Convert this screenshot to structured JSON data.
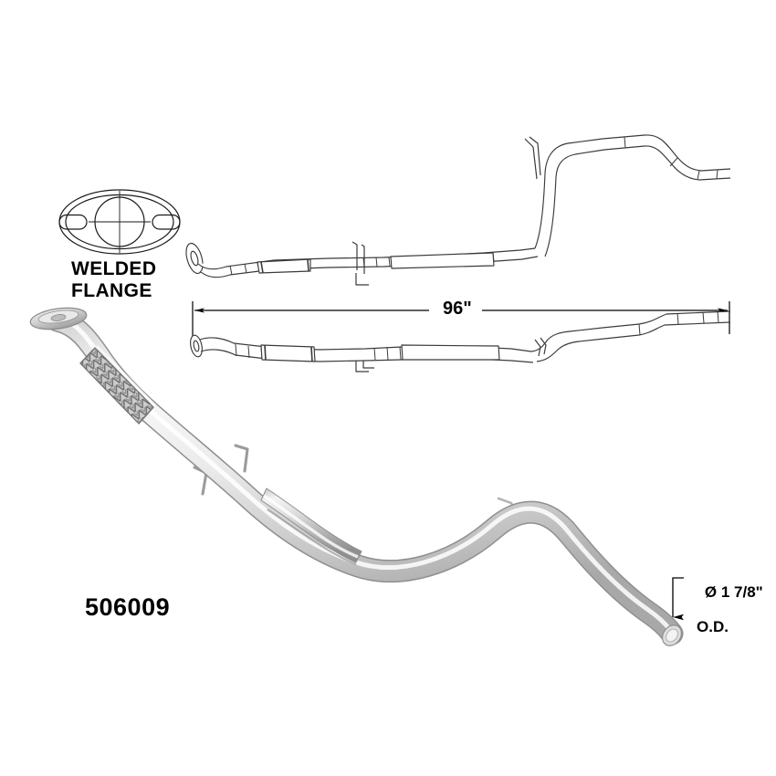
{
  "document": {
    "type": "exhaust-system-product-diagram",
    "background_color": "#ffffff",
    "line_color": "#000000",
    "pipe_fill_light": "#f2f2f2",
    "pipe_fill_mid": "#d8d8d8",
    "pipe_fill_dark": "#b4b4b4",
    "flex_braid_color": "#9a9a9a"
  },
  "labels": {
    "welded_flange": "WELDED\nFLANGE",
    "part_number": "506009",
    "dimension_length": "96\"",
    "outlet_diameter_line1": "Ø 1 7/8\"",
    "outlet_diameter_line2": "O.D."
  },
  "chart_data": {
    "type": "table",
    "title": "Exhaust pipe assembly 506009",
    "measurements": [
      {
        "name": "overall_length",
        "value": "96\"",
        "annotation": "96\""
      },
      {
        "name": "outlet_outside_diameter",
        "value": "1 7/8\"",
        "annotation": "Ø 1 7/8\" O.D."
      }
    ],
    "features": [
      "welded flange",
      "braided flex coupling",
      "resonator",
      "hanger brackets",
      "tailpipe kick-up bend"
    ]
  },
  "views": {
    "flange_detail": {
      "name": "welded-flange-detail",
      "caption": "WELDED\nFLANGE"
    },
    "top_line_art": {
      "name": "line-art-top-view"
    },
    "mid_line_art": {
      "name": "line-art-side-view"
    },
    "main_render": {
      "name": "rendered-assembly-view"
    }
  }
}
